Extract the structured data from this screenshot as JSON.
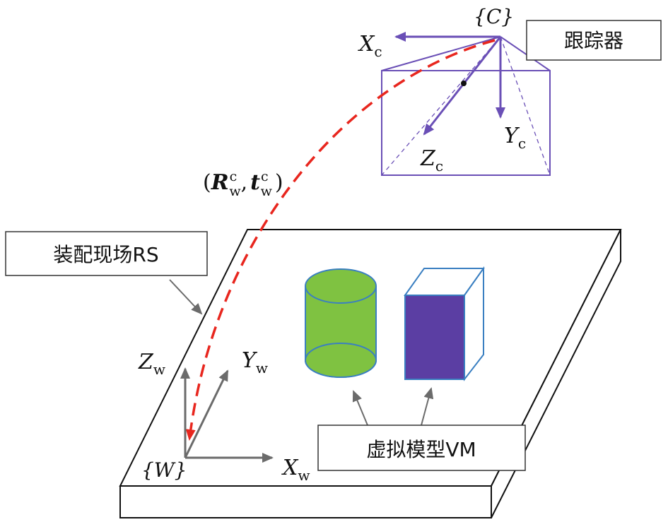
{
  "frames": {
    "camera_label": "{C}",
    "world_label": "{W}"
  },
  "camera_axes": {
    "x_main": "X",
    "x_sub": "c",
    "y_main": "Y",
    "y_sub": "c",
    "z_main": "Z",
    "z_sub": "c"
  },
  "world_axes": {
    "x_main": "X",
    "x_sub": "w",
    "y_main": "Y",
    "y_sub": "w",
    "z_main": "Z",
    "z_sub": "w"
  },
  "transform": {
    "open": "(",
    "R": "R",
    "R_sub": "w",
    "R_sup": "c",
    "comma": ",",
    "t": "t",
    "t_sub": "w",
    "t_sup": "c",
    "close": ")"
  },
  "callouts": {
    "tracker": "跟踪器",
    "assembly_scene": "装配现场RS",
    "virtual_model": "虚拟模型VM"
  },
  "colors": {
    "axis_purple": "#6a4fb6",
    "frustum": "#6a4fb6",
    "trajectory": "#e8261e",
    "cylinder": "#7fc241",
    "cylinder_edge": "#3a7fc1",
    "box_front": "#5b3ea3",
    "box_edge": "#3a7fc1",
    "arrow_gray": "#6b6b6b"
  }
}
